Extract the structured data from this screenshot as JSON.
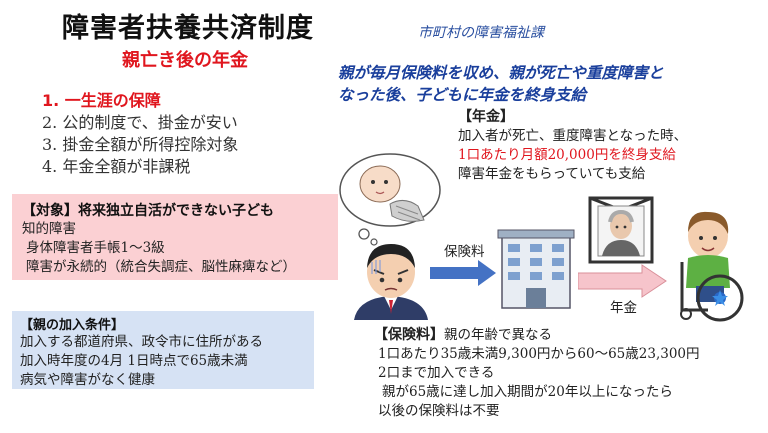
{
  "header": {
    "title": "障害者扶養共済制度",
    "subtitle": "親亡き後の年金",
    "organization": "市町村の障害福祉課"
  },
  "lead": {
    "line1": "親が毎月保険料を収め、親が死亡や重度障害と",
    "line2": "なった後、子どもに年金を終身支給"
  },
  "points": [
    "1. 一生涯の保障",
    "2. 公的制度で、掛金が安い",
    "3. 掛金全額が所得控除対象",
    "4. 年金全額が非課税"
  ],
  "target": {
    "heading": "【対象】将来独立自活ができない子ども",
    "lines": [
      "知的障害",
      "身体障害者手帳1～3級",
      "障害が永続的（統合失調症、脳性麻痺など）"
    ]
  },
  "conditions": {
    "heading": "【親の加入条件】",
    "lines": [
      "加入する都道府県、政令市に住所がある",
      "加入時年度の4月 1日時点で65歳未満",
      "病気や障害がなく健康"
    ]
  },
  "pension": {
    "heading": "【年金】",
    "line1": "加入者が死亡、重度障害となった時、",
    "line2": "1口あたり月額20,000円を終身支給",
    "line3": "障害年金をもらっていても支給"
  },
  "premium": {
    "heading": "【保険料】",
    "heading_rest": "親の年齢で異なる",
    "line1": "1口あたり35歳未満9,300円から60～65歳23,300円",
    "line2": "2口まで加入できる",
    "line3": "親が65歳に達し加入期間が20年以上になったら",
    "line4": "以後の保険料は不要"
  },
  "diagram": {
    "premium_arrow_label": "保険料",
    "pension_arrow_label": "年金",
    "colors": {
      "blue_arrow": "#4472c4",
      "pink_arrow": "#f6c4cb",
      "red_text": "#e0161e",
      "navy_text": "#1a3f9c"
    }
  }
}
